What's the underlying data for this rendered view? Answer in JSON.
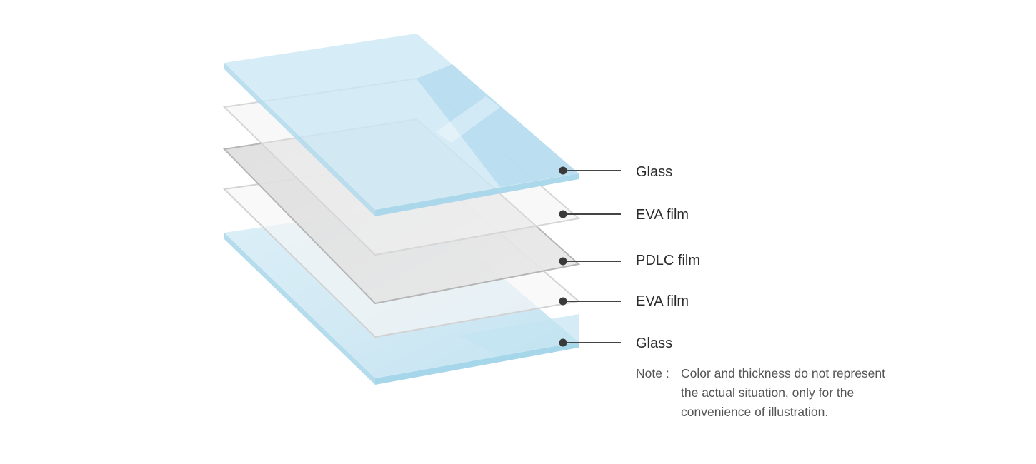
{
  "layers": [
    {
      "label": "Glass",
      "kind": "glass"
    },
    {
      "label": "EVA film",
      "kind": "eva"
    },
    {
      "label": "PDLC film",
      "kind": "pdlc"
    },
    {
      "label": "EVA film",
      "kind": "eva"
    },
    {
      "label": "Glass",
      "kind": "glass"
    }
  ],
  "note": {
    "prefix": "Note :",
    "text": "Color and thickness do not represent the actual situation, only for the convenience of illustration."
  },
  "colors": {
    "glass_fill": "#cfe9f4",
    "glass_edge": "#a9d8ec",
    "glass_highlight": "#b6ddef",
    "eva_fill": "#f4f4f4",
    "eva_edge": "#d4d4d4",
    "pdlc_fill": "#e3e3e3",
    "pdlc_edge": "#b8b8b8",
    "leader_line": "#444444",
    "text": "#2b2b2b",
    "note_text": "#555555"
  }
}
